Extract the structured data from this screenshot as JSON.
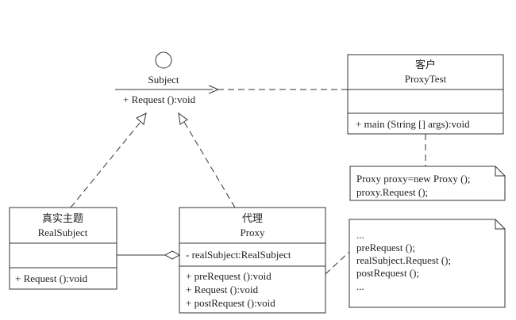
{
  "subject": {
    "name": "Subject",
    "method": "+ Request ():void"
  },
  "client": {
    "title_cn": "客户",
    "title": "ProxyTest",
    "method": "+ main (String [] args):void"
  },
  "client_note": {
    "lines": [
      "Proxy proxy=new Proxy ();",
      "proxy.Request ();"
    ]
  },
  "real_subject": {
    "title_cn": "真实主题",
    "title": "RealSubject",
    "method": "+ Request ():void"
  },
  "proxy": {
    "title_cn": "代理",
    "title": "Proxy",
    "attribute": "- realSubject:RealSubject",
    "methods": [
      "+ preRequest ():void",
      "+ Request ():void",
      "+ postRequest ():void"
    ]
  },
  "proxy_note": {
    "lines": [
      "...",
      "preRequest ();",
      "realSubject.Request ();",
      "postRequest ();",
      "..."
    ]
  }
}
